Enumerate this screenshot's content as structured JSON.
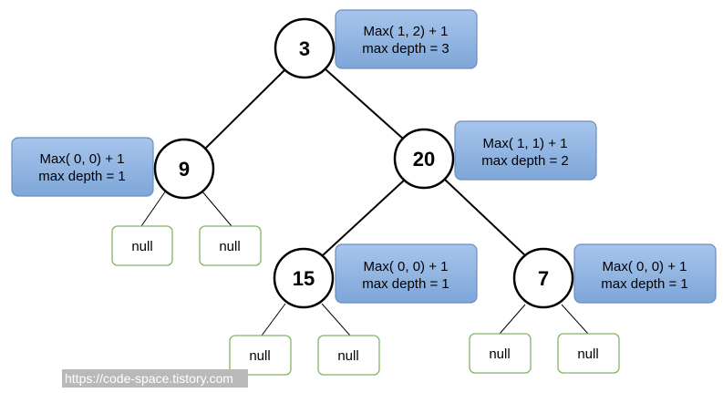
{
  "tree": {
    "nodes": [
      {
        "id": "n3",
        "value": "3"
      },
      {
        "id": "n9",
        "value": "9"
      },
      {
        "id": "n20",
        "value": "20"
      },
      {
        "id": "n15",
        "value": "15"
      },
      {
        "id": "n7",
        "value": "7"
      }
    ],
    "null_label": "null",
    "notes": {
      "n3": {
        "line1": "Max( 1, 2) + 1",
        "line2": "max depth = 3"
      },
      "n9": {
        "line1": "Max( 0, 0) + 1",
        "line2": "max depth = 1"
      },
      "n20": {
        "line1": "Max( 1, 1) + 1",
        "line2": "max depth = 2"
      },
      "n15": {
        "line1": "Max( 0, 0) + 1",
        "line2": "max depth = 1"
      },
      "n7": {
        "line1": "Max( 0, 0) + 1",
        "line2": "max depth = 1"
      }
    }
  },
  "watermark": "https://code-space.tistory.com",
  "colors": {
    "note_fill_top": "#a7c5ec",
    "note_fill_bottom": "#7ea6d8",
    "note_border": "#6c8ebf",
    "null_border": "#82b366"
  }
}
